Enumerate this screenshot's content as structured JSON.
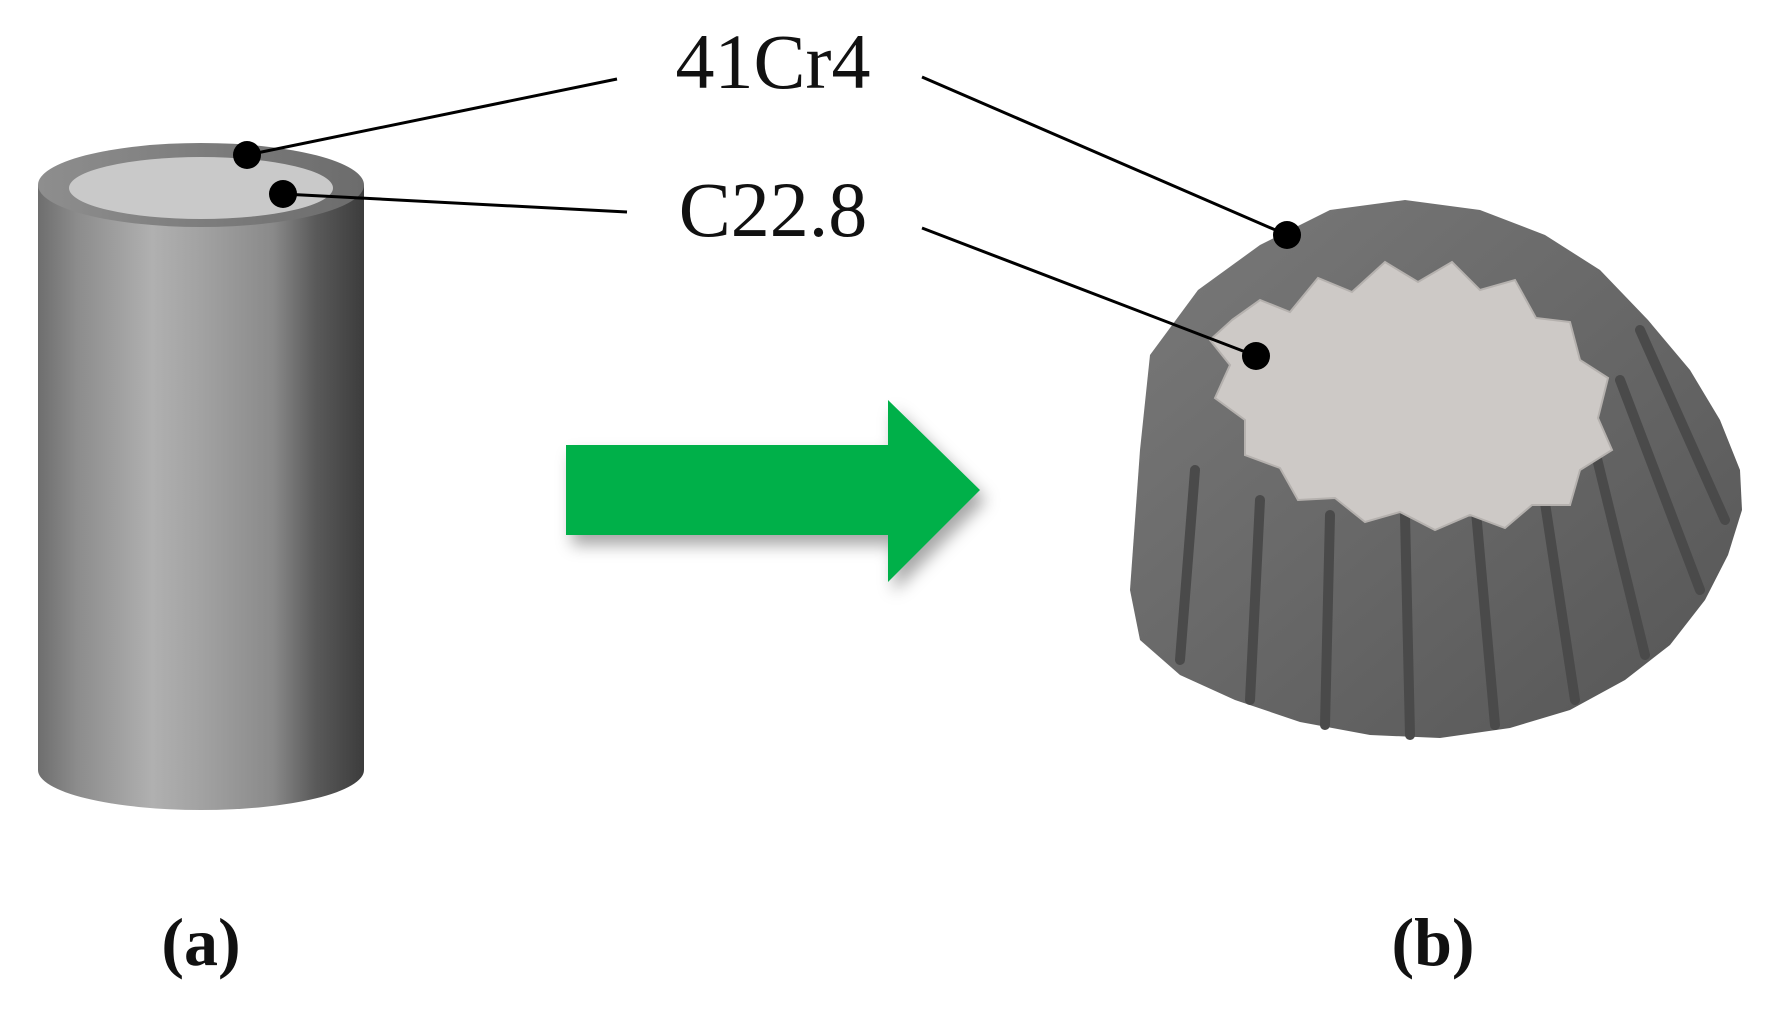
{
  "labels": {
    "outer_material": "41Cr4",
    "inner_material": "C22.8"
  },
  "panels": {
    "a": "(a)",
    "b": "(b)"
  },
  "colors": {
    "arrow": "#00b04a",
    "leader_line": "#000000",
    "cylinder_shell": "#8a8a8a",
    "cylinder_core": "#c8c8c8",
    "gear_body": "#6b6b6b",
    "gear_core": "#cdc9c6"
  },
  "parts": {
    "a": "cylinder",
    "b": "bevel-gear"
  }
}
